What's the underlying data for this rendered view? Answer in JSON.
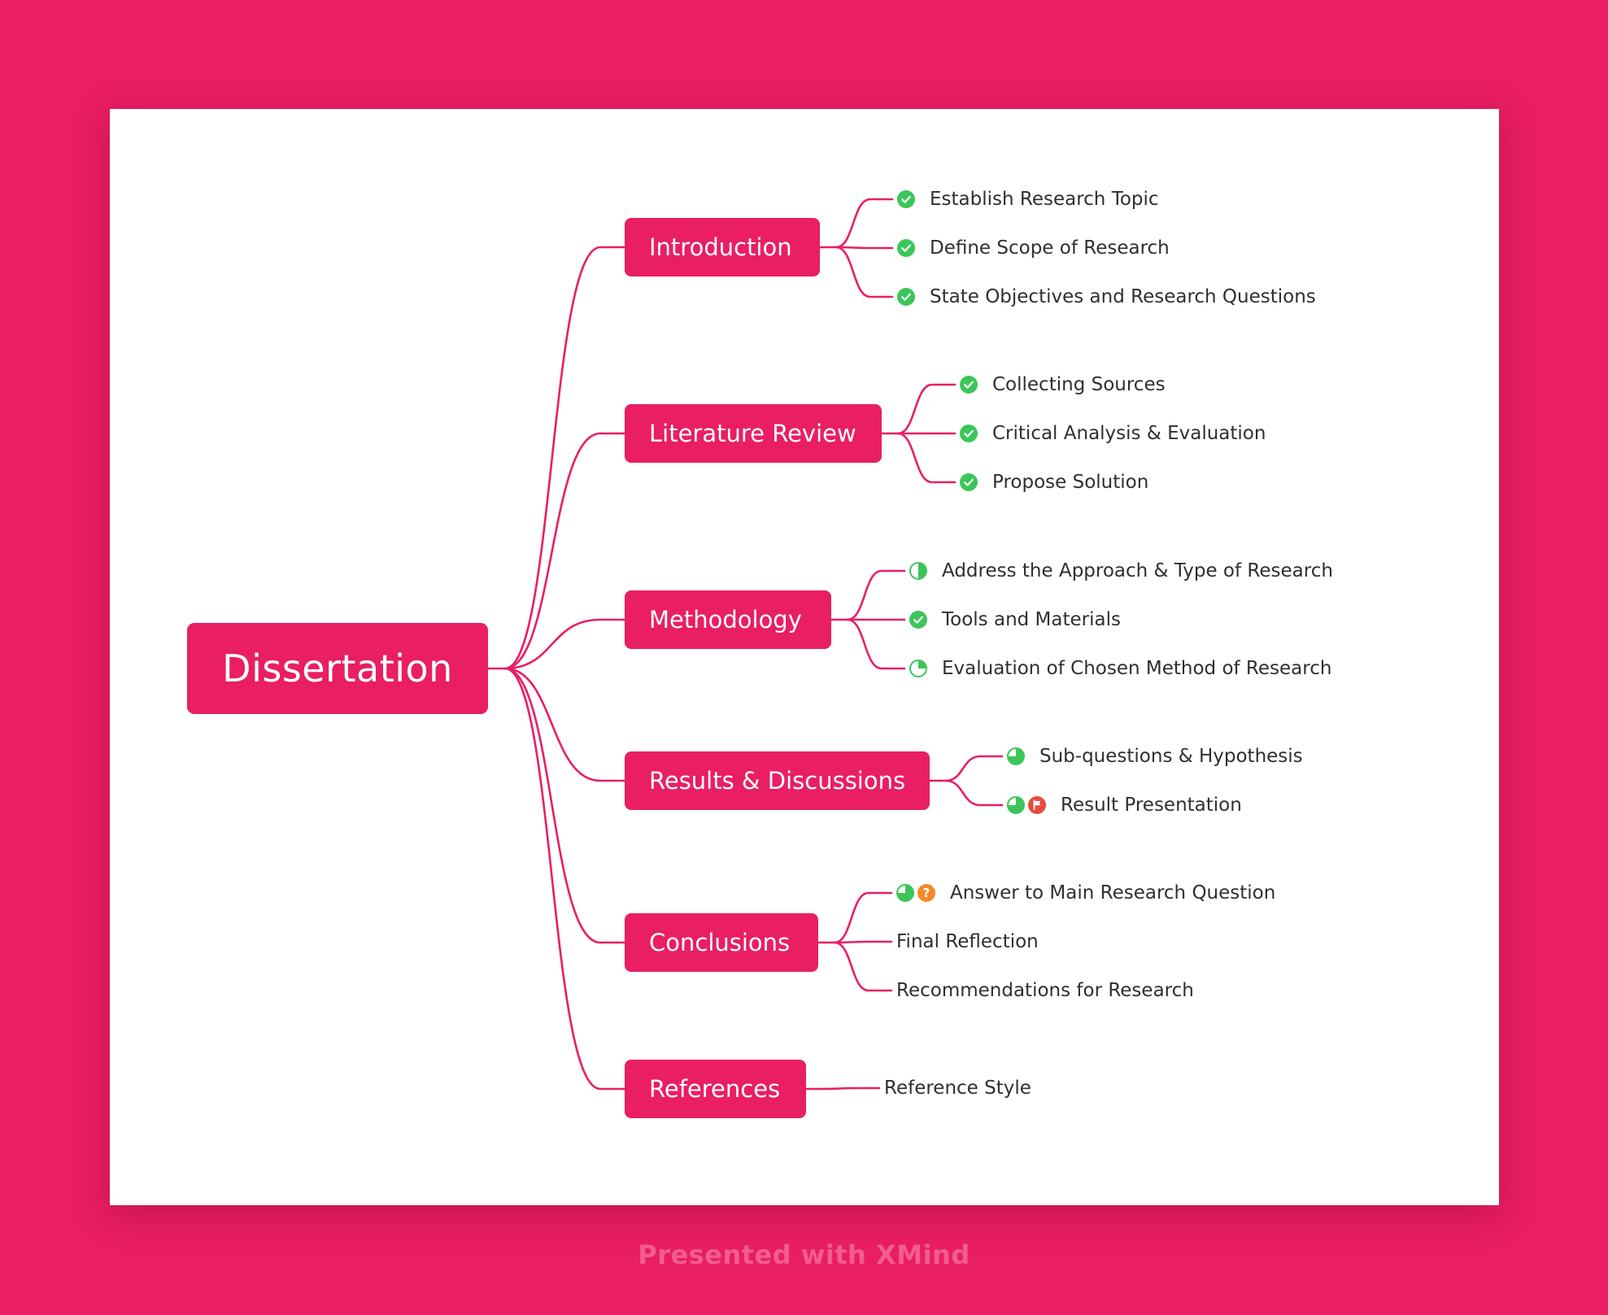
{
  "root": {
    "label": "Dissertation"
  },
  "branches": [
    {
      "label": "Introduction",
      "children": [
        {
          "label": "Establish Research Topic",
          "markers": [
            "check-icon"
          ]
        },
        {
          "label": "Define Scope of Research",
          "markers": [
            "check-icon"
          ]
        },
        {
          "label": "State Objectives and Research Questions",
          "markers": [
            "check-icon"
          ]
        }
      ]
    },
    {
      "label": "Literature Review",
      "children": [
        {
          "label": "Collecting Sources",
          "markers": [
            "check-icon"
          ]
        },
        {
          "label": "Critical Analysis & Evaluation",
          "markers": [
            "check-icon"
          ]
        },
        {
          "label": "Propose Solution",
          "markers": [
            "check-icon"
          ]
        }
      ]
    },
    {
      "label": "Methodology",
      "children": [
        {
          "label": "Address the Approach & Type of Research",
          "markers": [
            "progress-half-icon"
          ]
        },
        {
          "label": "Tools and Materials",
          "markers": [
            "check-icon"
          ]
        },
        {
          "label": "Evaluation of Chosen Method of Research",
          "markers": [
            "progress-quarter-icon"
          ]
        }
      ]
    },
    {
      "label": "Results & Discussions",
      "children": [
        {
          "label": "Sub-questions & Hypothesis",
          "markers": [
            "progress-three-quarter-icon"
          ]
        },
        {
          "label": "Result Presentation",
          "markers": [
            "progress-three-quarter-icon",
            "flag-icon"
          ]
        }
      ]
    },
    {
      "label": "Conclusions",
      "children": [
        {
          "label": "Answer to Main Research Question",
          "markers": [
            "progress-three-quarter-icon",
            "question-icon"
          ]
        },
        {
          "label": "Final Reflection",
          "markers": []
        },
        {
          "label": "Recommendations for Research",
          "markers": []
        }
      ]
    },
    {
      "label": "References",
      "children": [
        {
          "label": "Reference Style",
          "markers": []
        }
      ]
    }
  ],
  "footer": "Presented with XMind",
  "colors": {
    "brand": "#E91E63",
    "done": "#3CC65A",
    "flag": "#E84B3C",
    "question": "#F5892B",
    "footer_text": "#F25C8E"
  }
}
